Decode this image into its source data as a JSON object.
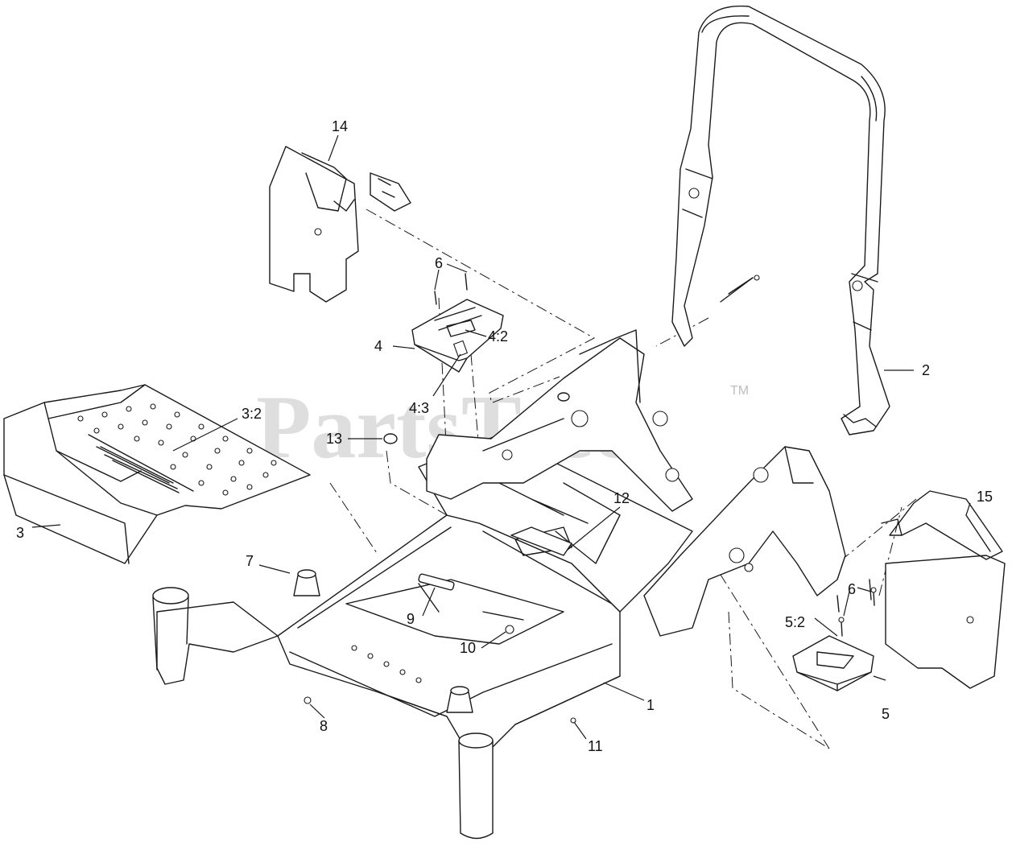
{
  "watermark": {
    "text": "PartsTree",
    "trademark": "TM"
  },
  "callouts": {
    "c1": "1",
    "c2": "2",
    "c3": "3",
    "c3_2": "3:2",
    "c4": "4",
    "c4_2": "4:2",
    "c4_3": "4:3",
    "c5": "5",
    "c5_2": "5:2",
    "c6a": "6",
    "c6b": "6",
    "c7": "7",
    "c8": "8",
    "c9": "9",
    "c10": "10",
    "c11": "11",
    "c12": "12",
    "c13": "13",
    "c14": "14",
    "c15": "15"
  }
}
